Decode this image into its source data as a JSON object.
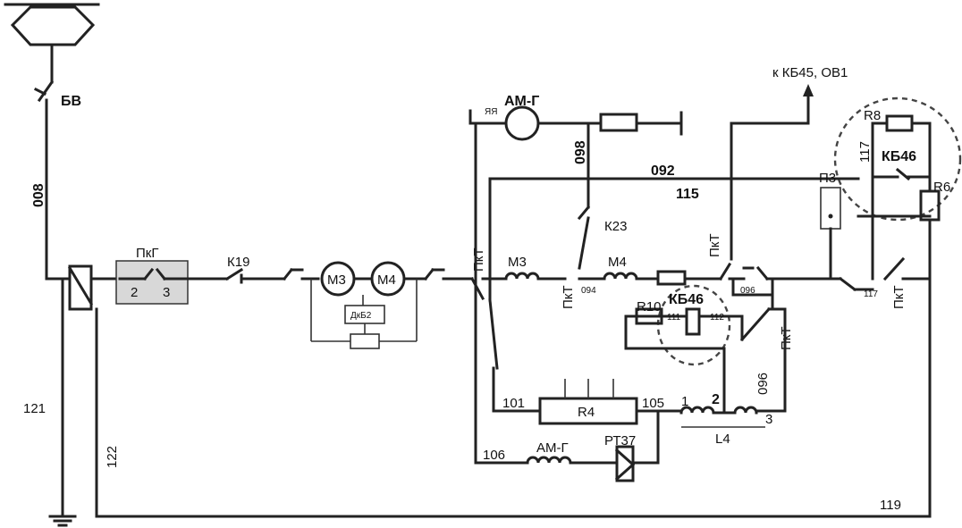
{
  "labels": {
    "bv": "БВ",
    "w008": "008",
    "w121": "121",
    "w122": "122",
    "w119": "119",
    "pkg": "ПкГ",
    "pkg_2": "2",
    "pkg_3": "3",
    "k19": "К19",
    "m3_motor": "М3",
    "m4_motor": "М4",
    "dkb2": "ДкБ2",
    "pkt_1": "ПкТ",
    "m3_field": "М3",
    "m4_field": "М4",
    "pkt_2": "ПкТ",
    "w094": "094",
    "k23": "К23",
    "w098": "098",
    "yaya": "ЯЯ",
    "am_g_top": "АМ-Г",
    "w092": "092",
    "w115": "115",
    "to_kb45": "к КБ45, ОВ1",
    "pkt_3": "ПкТ",
    "w096_a": "096",
    "kb46_mid": "КБ46",
    "r10": "R10",
    "w111": "111",
    "w112": "112",
    "pkt_4": "ПкТ",
    "w096_b": "096",
    "p3": "П3",
    "r8": "R8",
    "w117_a": "117",
    "kb46_top": "КБ46",
    "r6": "R6",
    "w117_b": "117",
    "pkt_5": "ПкТ",
    "w101": "101",
    "r4": "R4",
    "w105": "105",
    "l4_1": "1",
    "l4_2": "2",
    "l4_3": "3",
    "l4": "L4",
    "w106": "106",
    "am_g_bottom": "АМ-Г",
    "rt37": "РТ37"
  }
}
